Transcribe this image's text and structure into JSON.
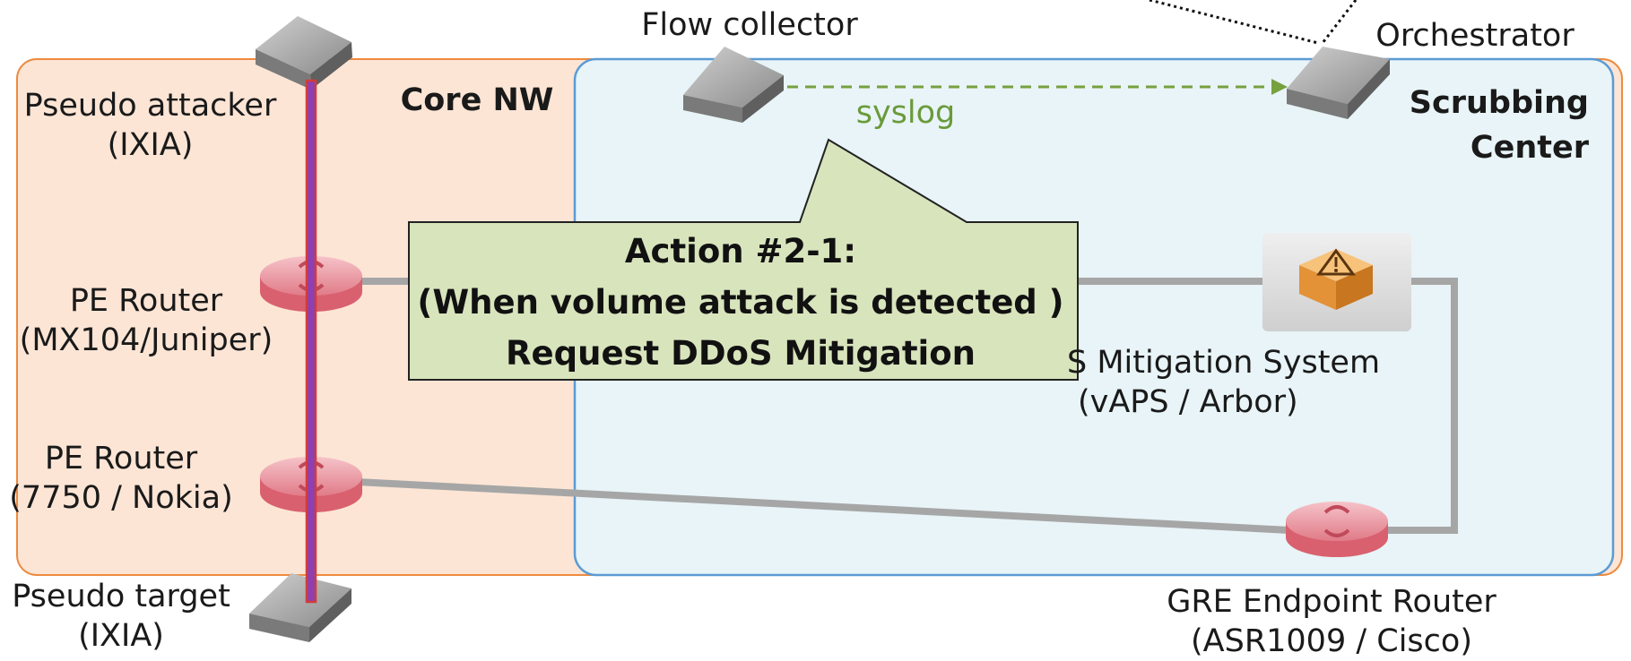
{
  "zones": {
    "core_nw": "Core NW",
    "scrubbing_line1": "Scrubbing",
    "scrubbing_line2": "Center"
  },
  "nodes": {
    "pseudo_attacker": {
      "name": "Pseudo attacker",
      "detail": "(IXIA)"
    },
    "flow_collector": {
      "name": "Flow collector"
    },
    "orchestrator": {
      "name": "Orchestrator"
    },
    "pe_router_juniper": {
      "name": "PE Router",
      "detail": "(MX104/Juniper)"
    },
    "pe_router_nokia": {
      "name": "PE Router",
      "detail": "(7750 / Nokia)"
    },
    "mitigation_system": {
      "name": "S Mitigation System",
      "detail": "(vAPS / Arbor)"
    },
    "gre_endpoint_router": {
      "name": "GRE Endpoint Router",
      "detail": "(ASR1009 / Cisco)"
    },
    "pseudo_target": {
      "name": "Pseudo target",
      "detail": "(IXIA)"
    }
  },
  "links": {
    "syslog_label": "syslog"
  },
  "callout": {
    "line1": "Action #2-1:",
    "line2": "(When volume attack is detected )",
    "line3": "Request DDoS Mitigation"
  },
  "colors": {
    "core_nw_fill": "#fce5d5",
    "core_nw_border": "#ed8a3f",
    "scrubbing_fill": "#e8f4f7",
    "scrubbing_border": "#5b9bd5",
    "callout_fill": "#d8e4bc",
    "syslog_arrow": "#77a03f",
    "attack_path": "#8e3fb0",
    "router": "#e06a7a"
  }
}
